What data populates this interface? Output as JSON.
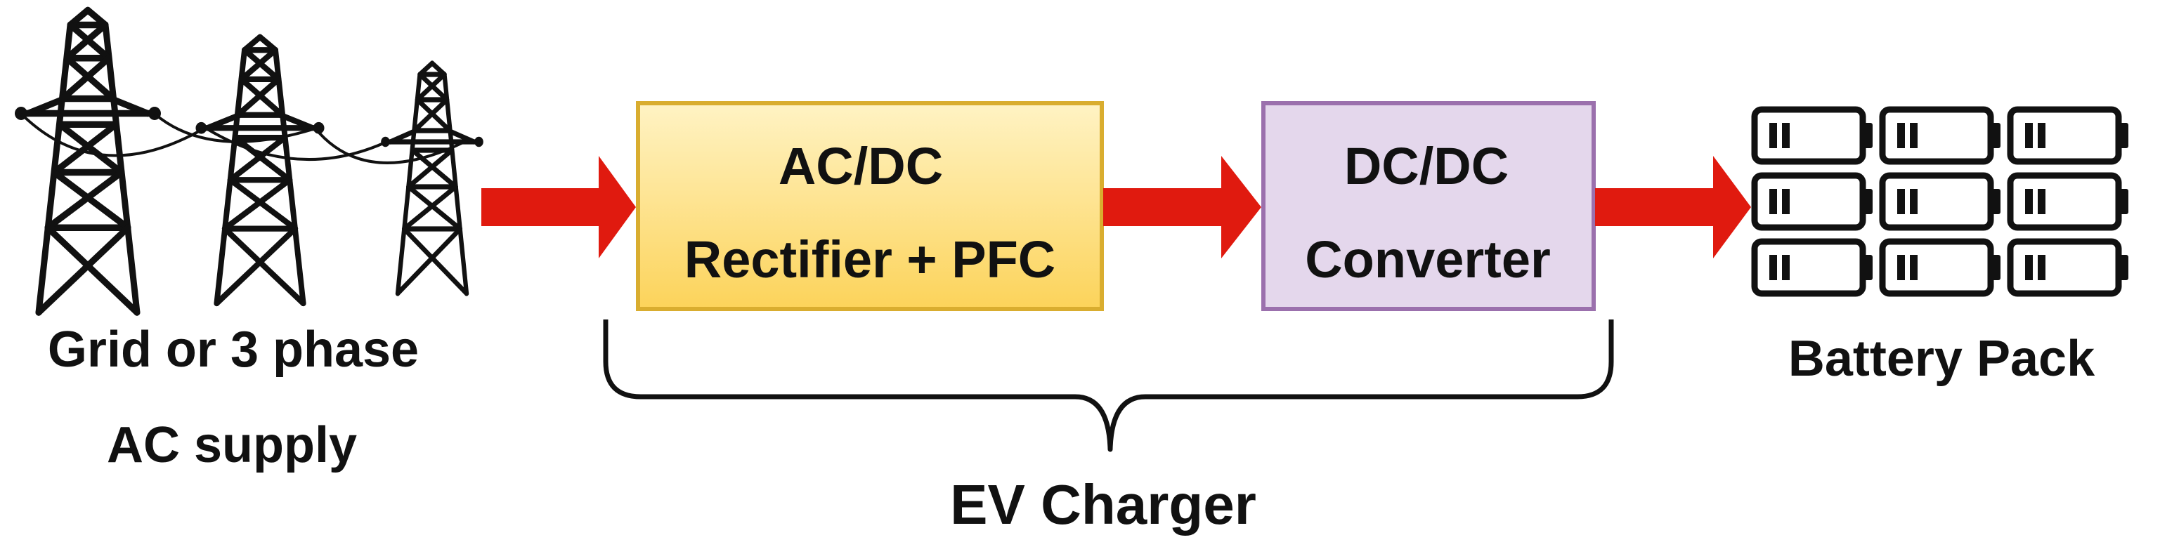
{
  "source": {
    "label_line1": "Grid or 3 phase",
    "label_line2": "AC supply",
    "icon": "transmission-towers-icon"
  },
  "rectifier": {
    "line1": "AC/DC",
    "line2": "Rectifier + PFC",
    "fill_top": "#fff3c4",
    "fill_bottom": "#fcd35a",
    "border": "#d9ad2f"
  },
  "converter": {
    "line1": "DC/DC",
    "line2": "Converter",
    "fill": "#e4d7ec",
    "border": "#9b70ad"
  },
  "charger": {
    "label": "EV Charger"
  },
  "battery": {
    "label": "Battery Pack",
    "icon": "battery-cells-icon"
  },
  "arrow_color": "#e01a0f"
}
